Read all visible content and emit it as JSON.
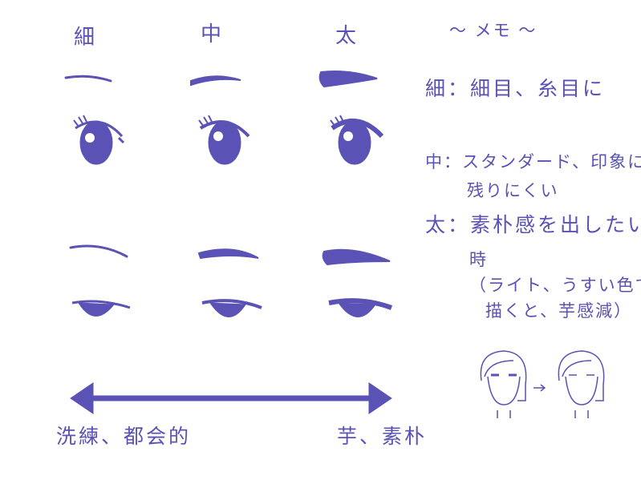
{
  "columns": [
    "細",
    "中",
    "太"
  ],
  "memo": {
    "title": "～ メモ ～",
    "lines": [
      "細：細目、糸目に",
      "中：スタンダード、印象に",
      "残りにくい",
      "太：素朴感を出したい",
      "時",
      "（ライト、うすい色で",
      "描くと、芋感減）"
    ]
  },
  "scale": {
    "left_label": "洗練、都会的",
    "right_label": "芋、素朴"
  },
  "colors": {
    "ink": "#5a52b4"
  }
}
